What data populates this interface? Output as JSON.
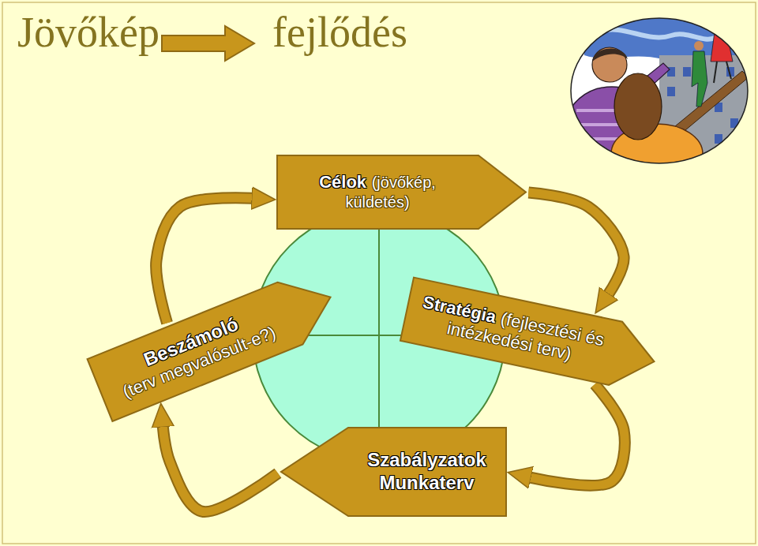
{
  "diagram": {
    "title": "Jövőkép",
    "nodes": [
      {
        "text": [
          "Célok",
          "(jövőkép, küldetés)"
        ]
      },
      {
        "text": [
          "Stratégia",
          "(fejlesztési és intézkedési terv)"
        ]
      },
      {
        "text": [
          "Szabályzatok",
          "Munkaterv"
        ]
      },
      {
        "text": [
          "Beszámoló",
          "(terv megvalósult-e?)"
        ]
      }
    ],
    "edges": [
      {
        "from": 0,
        "to": 1,
        "arrow": "to"
      },
      {
        "from": 1,
        "to": 2,
        "arrow": "to"
      },
      {
        "from": 2,
        "to": 3,
        "arrow": "to"
      },
      {
        "from": 3,
        "to": 0,
        "arrow": "to"
      }
    ],
    "labels": [
      "fejlődés"
    ]
  }
}
